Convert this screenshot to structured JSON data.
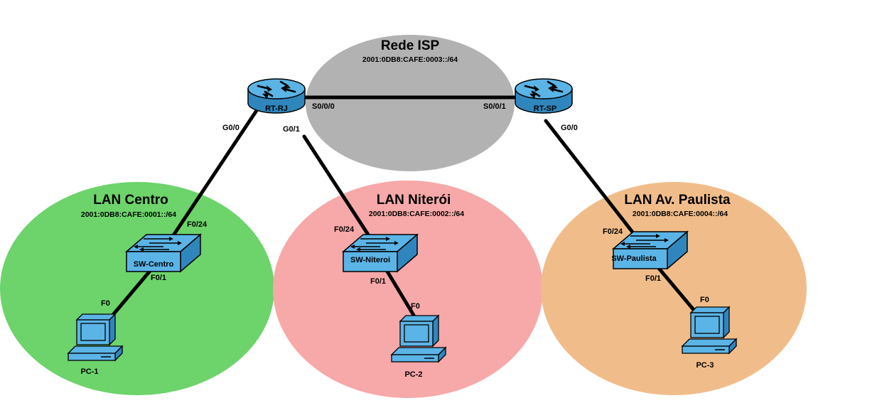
{
  "colors": {
    "isp": "#b2b2b2",
    "centro": "#6dd36b",
    "niteroi": "#f7a8a8",
    "paulista": "#f0bd8a",
    "device": "#5bb4e6",
    "device_dark": "#2f86bd",
    "line": "#000000"
  },
  "zones": {
    "isp": {
      "title": "Rede ISP",
      "subnet": "2001:0DB8:CAFE:0003::/64"
    },
    "centro": {
      "title": "LAN Centro",
      "subnet": "2001:0DB8:CAFE:0001::/64"
    },
    "niteroi": {
      "title": "LAN Niterói",
      "subnet": "2001:0DB8:CAFE:0002::/64"
    },
    "paulista": {
      "title": "LAN Av. Paulista",
      "subnet": "2001:0DB8:CAFE:0004::/64"
    }
  },
  "devices": {
    "rt_rj": {
      "label": "RT-RJ",
      "icon": "router-icon"
    },
    "rt_sp": {
      "label": "RT-SP",
      "icon": "router-icon"
    },
    "sw_centro": {
      "label": "SW-Centro",
      "icon": "switch-icon"
    },
    "sw_niteroi": {
      "label": "SW-Niteroi",
      "icon": "switch-icon"
    },
    "sw_paulista": {
      "label": "SW-Paulista",
      "icon": "switch-icon"
    },
    "pc1": {
      "label": "PC-1",
      "icon": "pc-icon"
    },
    "pc2": {
      "label": "PC-2",
      "icon": "pc-icon"
    },
    "pc3": {
      "label": "PC-3",
      "icon": "pc-icon"
    }
  },
  "ports": {
    "rj_s000": "S0/0/0",
    "sp_s001": "S0/0/1",
    "rj_g00": "G0/0",
    "rj_g01": "G0/1",
    "sp_g00": "G0/0",
    "swc_f024": "F0/24",
    "swc_f01": "F0/1",
    "pc1_f0": "F0",
    "swn_f024": "F0/24",
    "swn_f01": "F0/1",
    "pc2_f0": "F0",
    "swp_f024": "F0/24",
    "swp_f01": "F0/1",
    "pc3_f0": "F0"
  }
}
